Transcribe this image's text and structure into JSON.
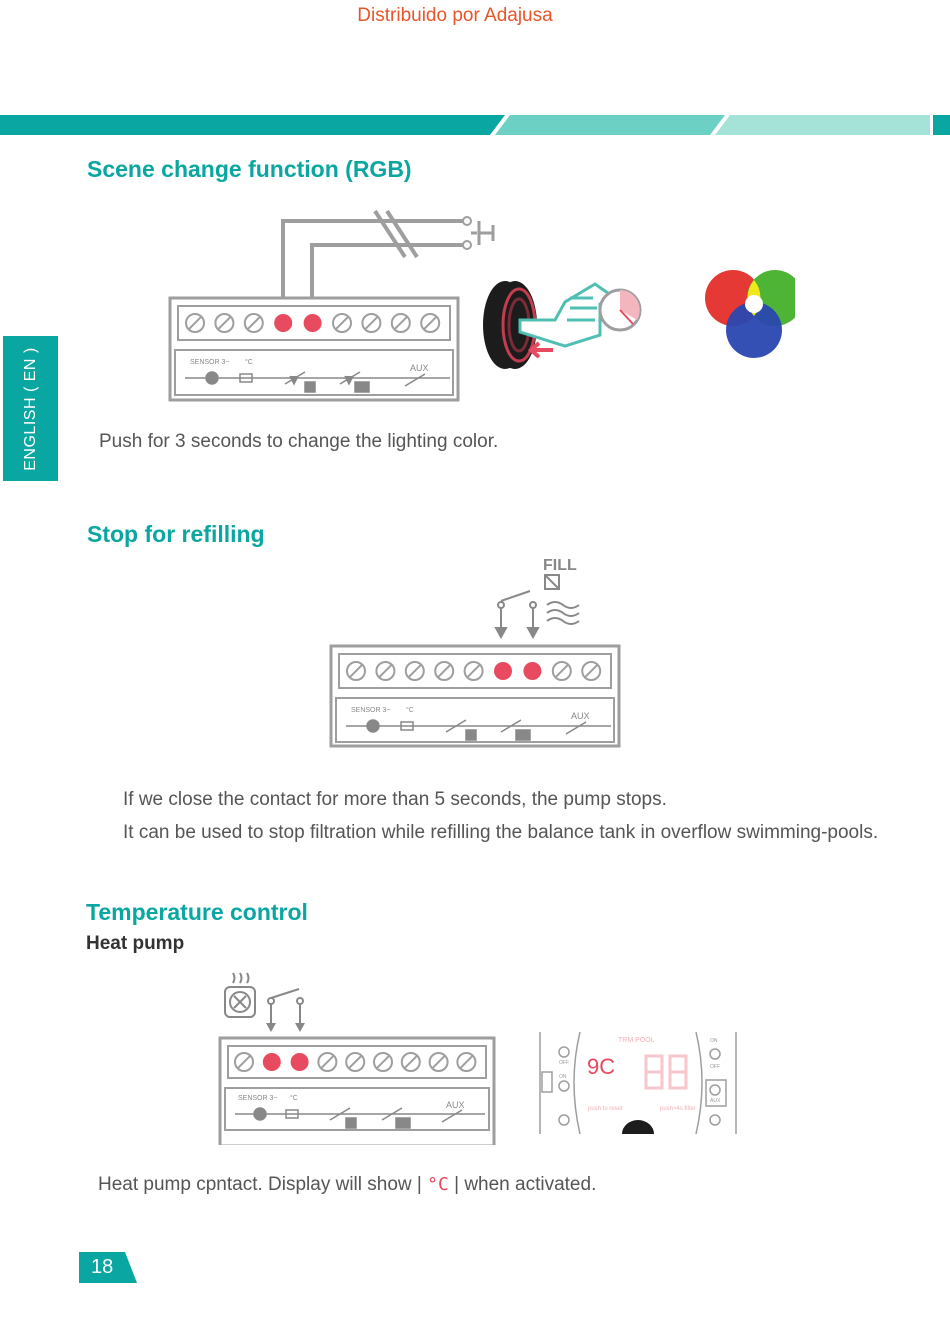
{
  "header": {
    "distributor": "Distribuido por Adajusa"
  },
  "sidebar": {
    "tab_label": "ENGLISH ( EN )"
  },
  "sections": {
    "rgb": {
      "title": "Scene change function (RGB)",
      "text": "Push for 3 seconds to change the lighting color."
    },
    "refill": {
      "title": "Stop for refilling",
      "fill_label": "FILL",
      "text_1": "If we close the contact for more than 5 seconds, the pump stops.",
      "text_2": "It can be used to stop filtration while refilling the balance tank in overflow swimming-pools."
    },
    "temperature": {
      "title": "Temperature control",
      "subtitle": "Heat pump",
      "text_before": "Heat pump cpntact. Display will show |",
      "display_code": "°C",
      "text_after": "| when activated.",
      "panel": {
        "brand": "TRM POOL",
        "display_value": "9C",
        "on": "ON",
        "off": "OFF",
        "aux": "AUX",
        "push_to_reset": "push to reset",
        "push_4s_filter": "push>4s filter"
      }
    }
  },
  "terminal_block": {
    "sensor_label": "SENSOR 3~",
    "celsius": "°C",
    "aux": "AUX"
  },
  "colors": {
    "teal": "#0aa6a1",
    "teal_light": "#6dd0c4",
    "teal_pale": "#a5e3d8",
    "red": "#e84a5f",
    "orange": "#e8552b"
  },
  "footer": {
    "page_number": "18"
  }
}
